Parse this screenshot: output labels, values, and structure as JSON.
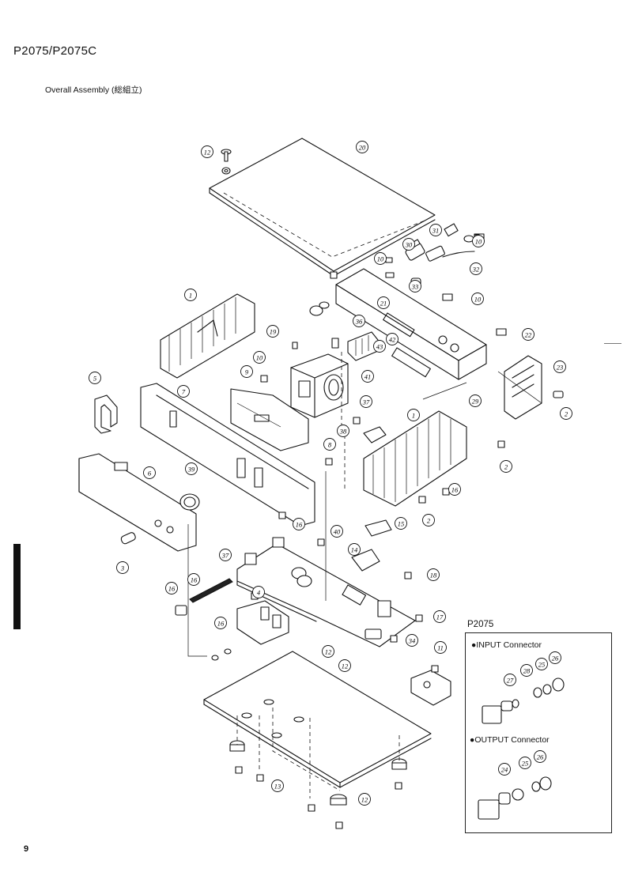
{
  "header": {
    "title": "P2075/P2075C"
  },
  "subtitle": "Overall Assembly (総組立)",
  "page_number": "9",
  "callouts": [
    "12",
    "20",
    "10",
    "31",
    "10",
    "30",
    "32",
    "33",
    "21",
    "10",
    "36",
    "22",
    "19",
    "42",
    "43",
    "41",
    "23",
    "10",
    "1",
    "5",
    "7",
    "9",
    "38",
    "37",
    "2",
    "29",
    "1",
    "8",
    "6",
    "39",
    "2",
    "2",
    "16",
    "16",
    "40",
    "15",
    "14",
    "37",
    "18",
    "3",
    "16",
    "4",
    "16",
    "17",
    "16",
    "34",
    "12",
    "11",
    "12",
    "13",
    "12"
  ],
  "inset": {
    "title": "P2075",
    "input_label": "●INPUT Connector",
    "output_label": "●OUTPUT Connector",
    "input_callouts": [
      "28",
      "25",
      "26",
      "27"
    ],
    "output_callouts": [
      "24",
      "25",
      "26"
    ]
  }
}
